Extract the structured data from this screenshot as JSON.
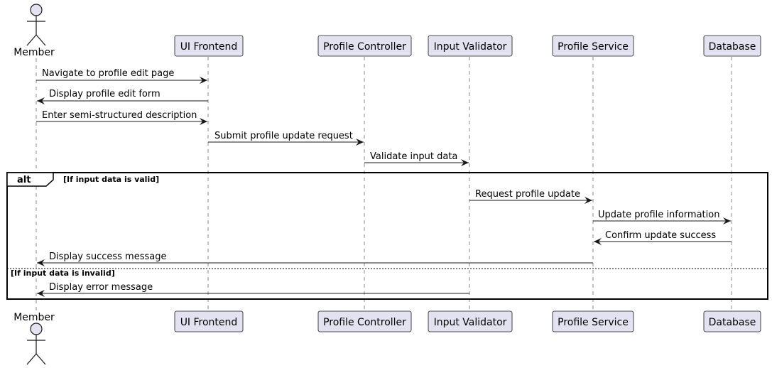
{
  "participants": [
    {
      "id": "member",
      "name": "Member",
      "kind": "actor"
    },
    {
      "id": "ui",
      "name": "UI Frontend",
      "kind": "participant"
    },
    {
      "id": "pc",
      "name": "Profile Controller",
      "kind": "participant"
    },
    {
      "id": "iv",
      "name": "Input Validator",
      "kind": "participant"
    },
    {
      "id": "ps",
      "name": "Profile Service",
      "kind": "participant"
    },
    {
      "id": "db",
      "name": "Database",
      "kind": "participant"
    }
  ],
  "messages": [
    {
      "from": "member",
      "to": "ui",
      "text": "Navigate to profile edit page"
    },
    {
      "from": "ui",
      "to": "member",
      "text": "Display profile edit form"
    },
    {
      "from": "member",
      "to": "ui",
      "text": "Enter semi-structured description"
    },
    {
      "from": "ui",
      "to": "pc",
      "text": "Submit profile update request"
    },
    {
      "from": "pc",
      "to": "iv",
      "text": "Validate input data"
    },
    {
      "from": "iv",
      "to": "ps",
      "text": "Request profile update"
    },
    {
      "from": "ps",
      "to": "db",
      "text": "Update profile information"
    },
    {
      "from": "db",
      "to": "ps",
      "text": "Confirm update success"
    },
    {
      "from": "ps",
      "to": "member",
      "text": "Display success message"
    },
    {
      "from": "iv",
      "to": "member",
      "text": "Display error message"
    }
  ],
  "alt_frame": {
    "label": "alt",
    "guard_valid": "[If input data is valid]",
    "guard_invalid": "[If input data is invalid]"
  },
  "colors": {
    "participant_fill": "#e2e2f0",
    "border": "#181818",
    "lifeline": "#888888"
  }
}
